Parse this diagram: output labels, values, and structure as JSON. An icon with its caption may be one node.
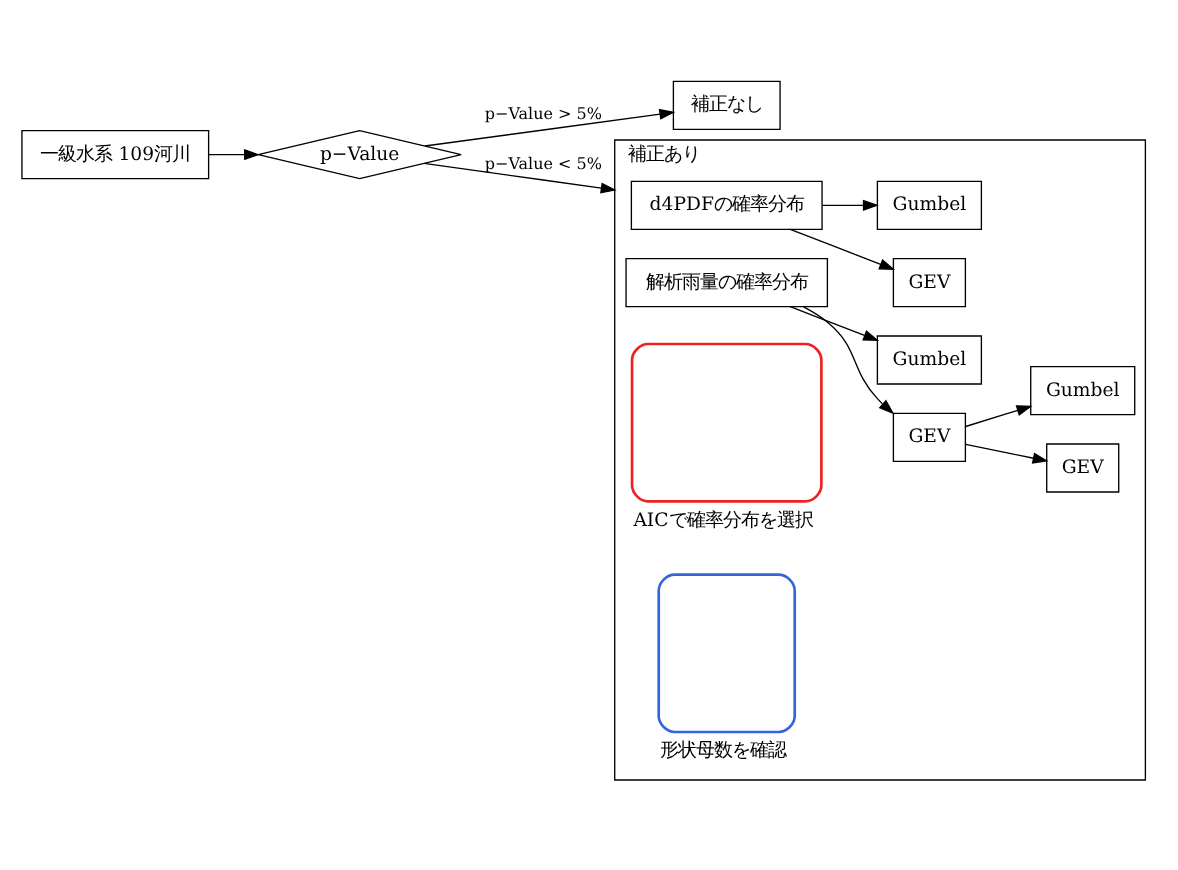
{
  "diagram": {
    "nodes": [
      {
        "text": [
          "一級水系 109河川"
        ]
      },
      {
        "text": [
          "p−Value"
        ]
      },
      {
        "text": [
          "補正なし"
        ]
      },
      {
        "text": [
          "補正あり"
        ]
      },
      {
        "text": [
          "d4PDFの確率分布"
        ],
        "in": 3
      },
      {
        "text": [
          "解析雨量の確率分布"
        ],
        "in": 3
      },
      {
        "text": [],
        "shape": "box",
        "in": 3,
        "beside": [
          "AICで確率分布を選択"
        ]
      },
      {
        "text": [
          "GEV"
        ],
        "in": 3
      },
      {
        "text": [
          "Gumbel"
        ],
        "in": 3
      },
      {
        "text": [
          "GEV"
        ],
        "in": 3
      },
      {
        "text": [
          "Gumbel"
        ],
        "in": 3
      },
      {
        "text": [],
        "shape": "box",
        "in": 3,
        "beside": [
          "形状母数を確認"
        ]
      },
      {
        "text": [
          "GEV"
        ],
        "in": 3
      },
      {
        "text": [
          "Gumbel"
        ],
        "in": 3
      }
    ],
    "edges": [
      {
        "from": 0,
        "to": 1,
        "arrow": "to"
      },
      {
        "from": 1,
        "to": 2,
        "arrow": "to",
        "label": "p−Value > 5%"
      },
      {
        "from": 1,
        "to": 3,
        "arrow": "to",
        "label": "p−Value < 5%"
      },
      {
        "from": 4,
        "to": 7,
        "arrow": "to"
      },
      {
        "from": 4,
        "to": 8,
        "arrow": "to"
      },
      {
        "from": 5,
        "to": 9,
        "arrow": "to"
      },
      {
        "from": 5,
        "to": 10,
        "arrow": "to"
      },
      {
        "from": 9,
        "to": 12,
        "arrow": "to"
      },
      {
        "from": 9,
        "to": 13,
        "arrow": "to"
      }
    ]
  }
}
